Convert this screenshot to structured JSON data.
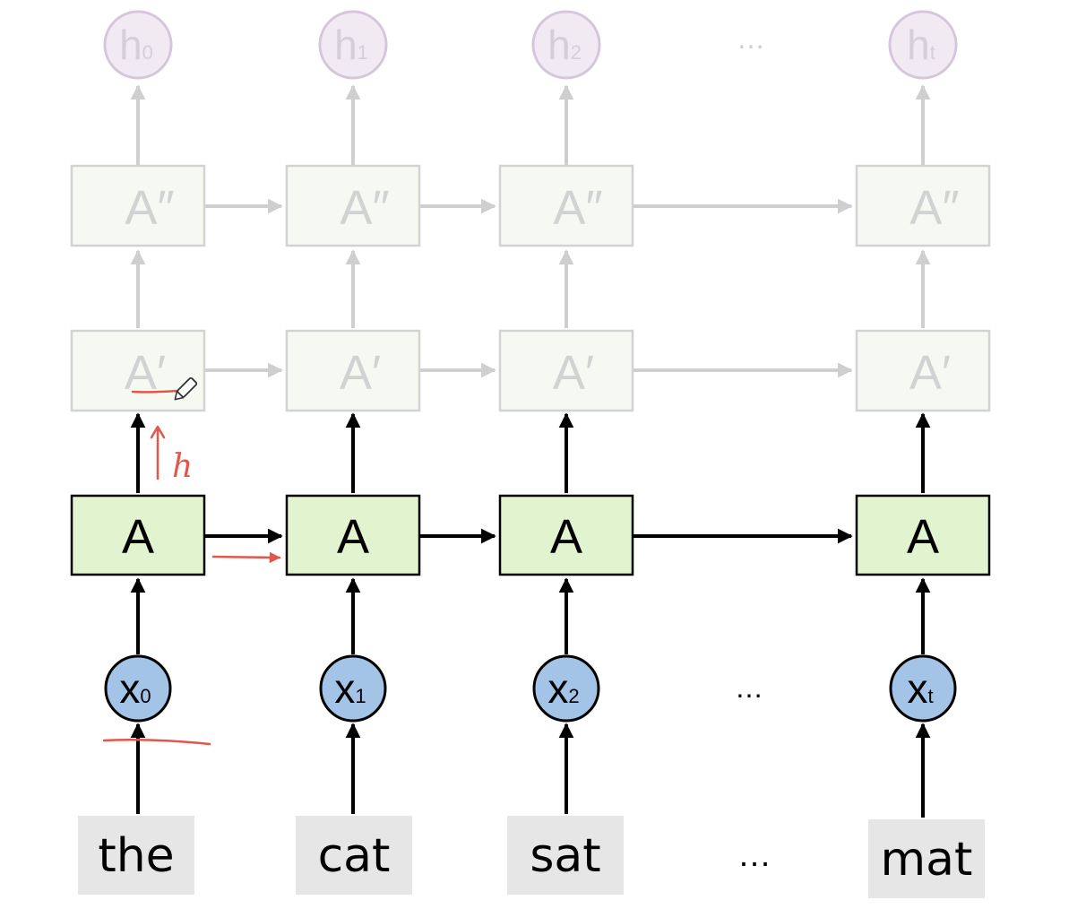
{
  "outputs": [
    {
      "base": "h",
      "sub": "0"
    },
    {
      "base": "h",
      "sub": "1"
    },
    {
      "base": "h",
      "sub": "2"
    },
    {
      "base": "h",
      "sub": "t"
    }
  ],
  "inputs": [
    {
      "base": "x",
      "sub": "0"
    },
    {
      "base": "x",
      "sub": "1"
    },
    {
      "base": "x",
      "sub": "2"
    },
    {
      "base": "x",
      "sub": "t"
    }
  ],
  "words": [
    "the",
    "cat",
    "sat",
    "mat"
  ],
  "layers": {
    "top": "A″",
    "middle": "A′",
    "bottom": "A"
  },
  "ellipsis": "…",
  "annotation": {
    "handwritten_letter": "h"
  },
  "colors": {
    "cell_fill": "#e2f3d0",
    "faded_cell_fill": "#f6f9f1",
    "input_node_fill": "#a3c4e6",
    "output_node_fill": "#f1eaf3",
    "word_box_fill": "#e6e6e6",
    "annotation_red": "#e2574c"
  }
}
